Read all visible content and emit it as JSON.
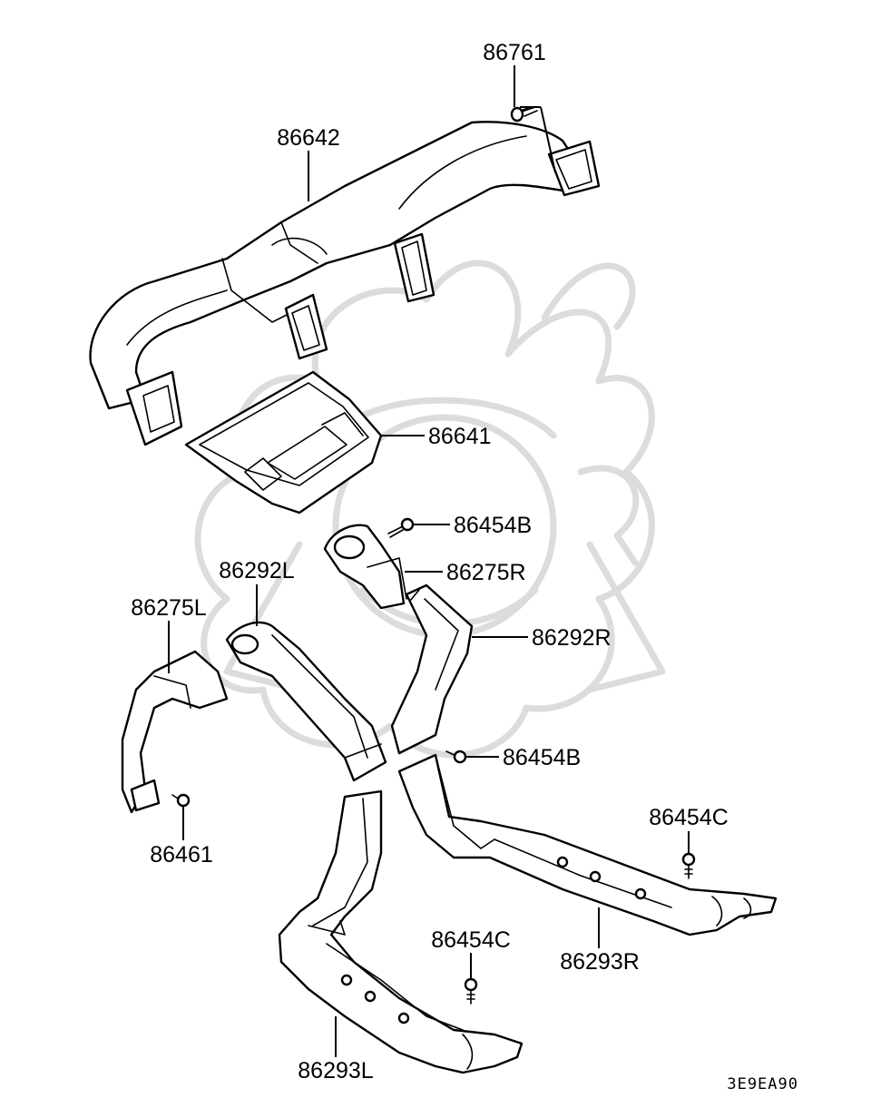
{
  "labels": {
    "p86761": "86761",
    "p86642": "86642",
    "p86641": "86641",
    "p86454b_top": "86454B",
    "p86275r": "86275R",
    "p86292l": "86292L",
    "p86275l": "86275L",
    "p86292r": "86292R",
    "p86454b_mid": "86454B",
    "p86461": "86461",
    "p86454c_right": "86454C",
    "p86454c_left": "86454C",
    "p86293r": "86293R",
    "p86293l": "86293L"
  },
  "diagram_code": "3E9EA90",
  "colors": {
    "line": "#000000",
    "watermark": "#dcdcdc",
    "background": "#ffffff"
  }
}
